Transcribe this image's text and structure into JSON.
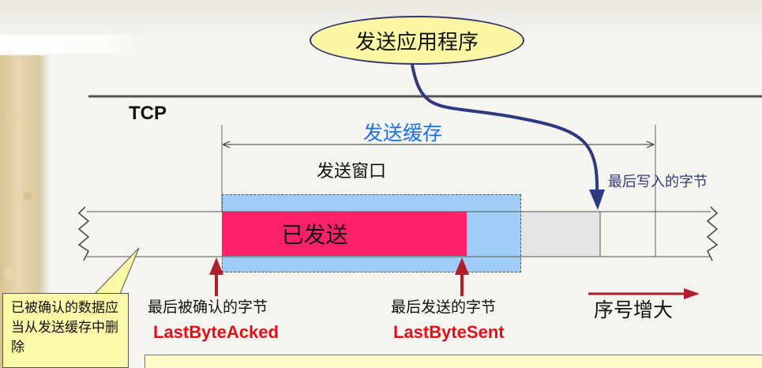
{
  "app_label": "发送应用程序",
  "tcp_label": "TCP",
  "send_buffer_label": "发送缓存",
  "send_window_label": "发送窗口",
  "sent_label": "已发送",
  "last_written_label": "最后写入的字节",
  "last_acked": {
    "label_cn": "最后被确认的字节",
    "label_en": "LastByteAcked"
  },
  "last_sent": {
    "label_cn": "最后发送的字节",
    "label_en": "LastByteSent"
  },
  "seq_increase_label": "序号增大",
  "callout_text": "已被确认的数据应当从发送缓存中删除",
  "colors": {
    "sent": "#ff1f6b",
    "window": "#9fcdf6",
    "buffer_label": "#1a73e8",
    "pointer_arrow": "#b01e2e",
    "app_curve": "#2e3a80",
    "label_en": "#e0101a"
  }
}
